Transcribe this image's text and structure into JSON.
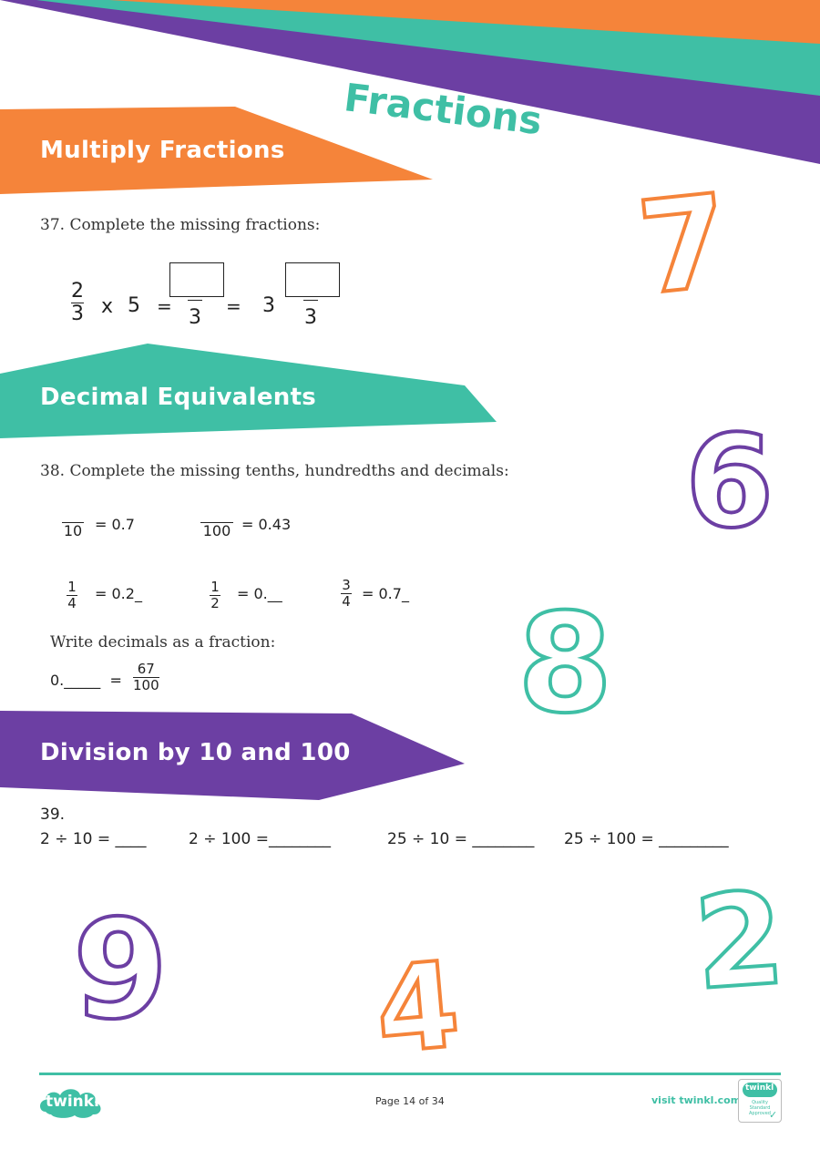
{
  "page_title": "Fractions",
  "sections": {
    "multiply": {
      "title": "Multiply Fractions",
      "question": "37. Complete the missing fractions:",
      "f1_num": "2",
      "f1_den": "3",
      "times": "x",
      "five": "5",
      "eq1": "=",
      "eq2": "=",
      "den2": "3",
      "whole": "3",
      "den3": "3"
    },
    "decimal": {
      "title": "Decimal Equivalents",
      "question": "38. Complete the missing tenths, hundredths and decimals:",
      "r1a_den": "10",
      "r1a_val": "= 0.7",
      "r1b_den": "100",
      "r1b_val": "= 0.43",
      "r2a_num": "1",
      "r2a_den": "4",
      "r2a_val": "= 0.2_",
      "r2b_num": "1",
      "r2b_den": "2",
      "r2b_val": "= 0.__",
      "r2c_num": "3",
      "r2c_den": "4",
      "r2c_val": "= 0.7_",
      "write_label": "Write decimals as a fraction:",
      "r3_left": "0._____  =",
      "r3_num": "67",
      "r3_den": "100"
    },
    "division": {
      "title": "Division by 10 and 100",
      "question_number": "39.",
      "items": [
        "2 ÷ 10 = ____",
        "2 ÷ 100 =________",
        "25 ÷ 10 = ________",
        "25 ÷ 100 = _________"
      ]
    }
  },
  "footer": {
    "logo": "twinkl",
    "page": "Page 14 of 34",
    "visit": "visit twinkl.com",
    "badge_title": "twinkl",
    "badge_sub": "Quality Standard Approved"
  },
  "decorations": [
    "7",
    "6",
    "8",
    "9",
    "4",
    "2"
  ],
  "colors": {
    "orange": "#f5843a",
    "teal": "#3fbfa5",
    "purple": "#6c3fa3"
  }
}
